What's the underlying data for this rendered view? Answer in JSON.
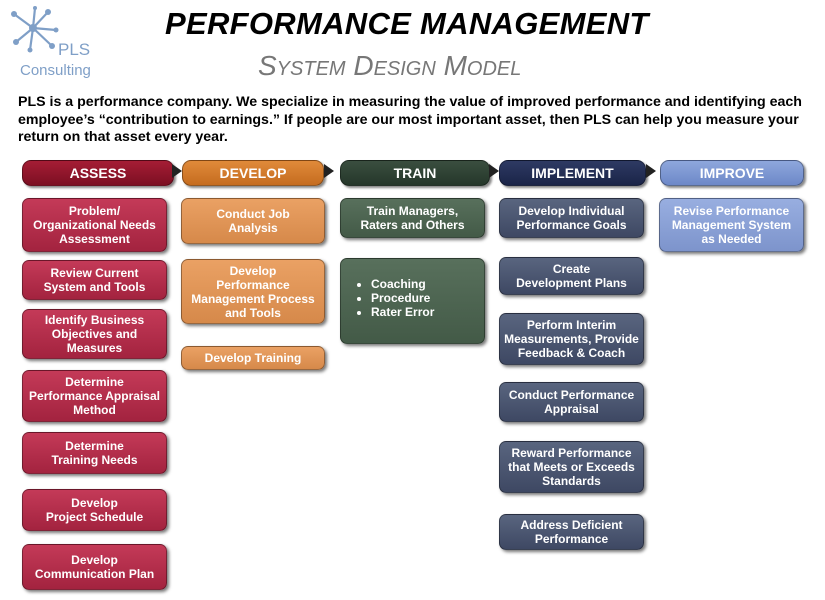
{
  "logo": {
    "line1": "PLS",
    "line2": "Consulting",
    "color": "#7f9fc7"
  },
  "header": {
    "title": "PERFORMANCE MANAGEMENT",
    "subtitle": "System Design Model"
  },
  "intro": "PLS is a performance company. We specialize in measuring the value of improved performance and identifying each employee’s “contribution to earnings.” If people are our most important asset, then PLS can help you measure your return on that asset every year.",
  "phases": [
    {
      "label": "ASSESS",
      "color": "#8f1630"
    },
    {
      "label": "DEVELOP",
      "color": "#d57a2c"
    },
    {
      "label": "TRAIN",
      "color": "#2f4334"
    },
    {
      "label": "IMPLEMENT",
      "color": "#243056"
    },
    {
      "label": "IMPROVE",
      "color": "#7e98d2"
    }
  ],
  "assess": [
    "Problem/\nOrganizational Needs\nAssessment",
    "Review Current\nSystem and Tools",
    "Identify Business\nObjectives and\nMeasures",
    "Determine\nPerformance Appraisal\nMethod",
    "Determine\nTraining Needs",
    "Develop\nProject Schedule",
    "Develop\nCommunication Plan"
  ],
  "develop": [
    "Conduct Job\nAnalysis",
    "Develop\nPerformance\nManagement Process\nand Tools",
    "Develop Training"
  ],
  "train": {
    "box": "Train Managers,\nRaters and Others",
    "bullets": [
      "Coaching",
      "Procedure",
      "Rater Error"
    ]
  },
  "implement": [
    "Develop Individual\nPerformance Goals",
    "Create\nDevelopment Plans",
    "Perform Interim\nMeasurements, Provide\nFeedback & Coach",
    "Conduct Performance\nAppraisal",
    "Reward Performance\nthat Meets or Exceeds\nStandards",
    "Address Deficient\nPerformance"
  ],
  "improve": [
    "Revise Performance\nManagement System\nas Needed"
  ]
}
